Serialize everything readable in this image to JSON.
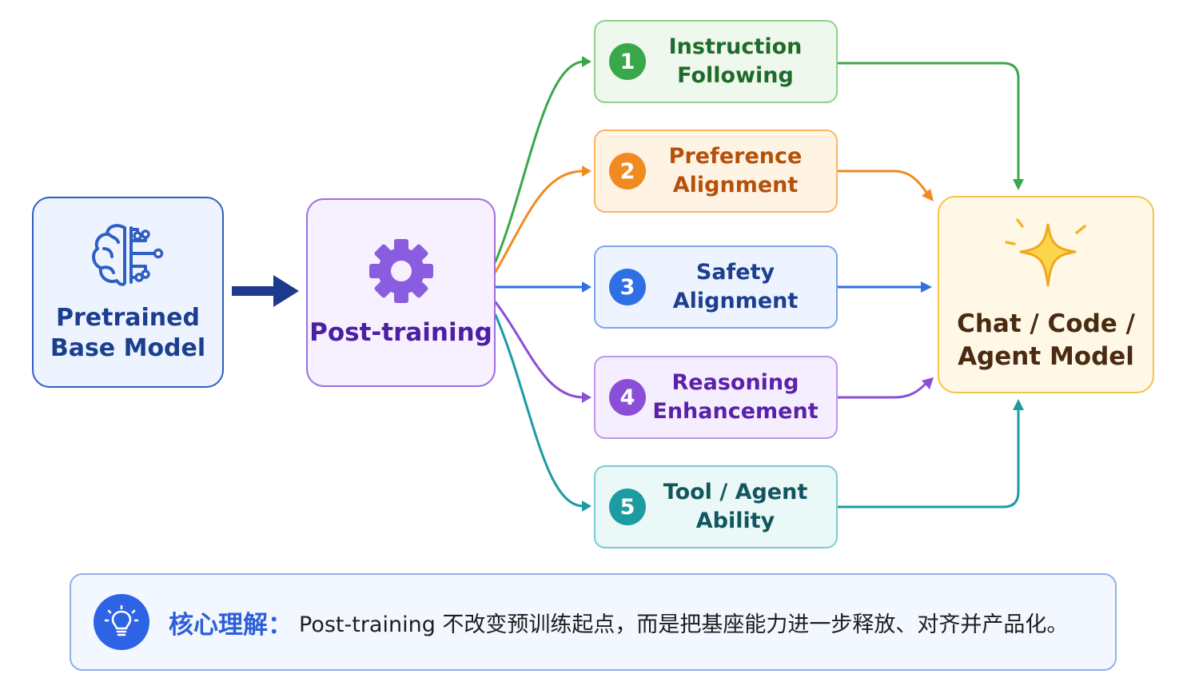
{
  "pretrained": {
    "line1": "Pretrained",
    "line2": "Base Model",
    "icon": "brain-circuit-icon"
  },
  "post_training": {
    "label": "Post-training",
    "icon": "gear-icon"
  },
  "branches": [
    {
      "num": "1",
      "line1": "Instruction",
      "line2": "Following",
      "color": "#3aa84a",
      "bg": "#eef8ec",
      "text": "#1f6b2a"
    },
    {
      "num": "2",
      "line1": "Preference",
      "line2": "Alignment",
      "color": "#f28a22",
      "bg": "#fff3e4",
      "text": "#b5510b"
    },
    {
      "num": "3",
      "line1": "Safety",
      "line2": "Alignment",
      "color": "#2f6fe6",
      "bg": "#edf3ff",
      "text": "#1d3f8f"
    },
    {
      "num": "4",
      "line1": "Reasoning",
      "line2": "Enhancement",
      "color": "#8a4fd6",
      "bg": "#f5eeff",
      "text": "#5a22a8"
    },
    {
      "num": "5",
      "line1": "Tool / Agent",
      "line2": "Ability",
      "color": "#1c9ba1",
      "bg": "#eaf8f7",
      "text": "#11565e"
    }
  ],
  "output": {
    "line1": "Chat / Code /",
    "line2": "Agent Model",
    "icon": "sparkle-icon"
  },
  "note": {
    "icon": "lightbulb-icon",
    "title": "核心理解：",
    "text": "Post-training 不改变预训练起点，而是把基座能力进一步释放、对齐并产品化。"
  }
}
